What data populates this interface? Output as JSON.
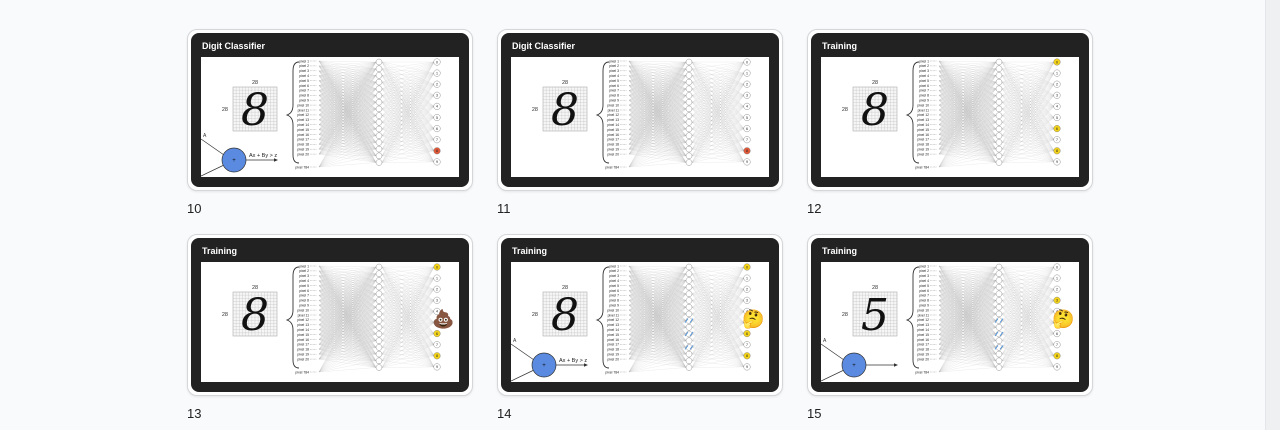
{
  "slides": [
    {
      "number": "10",
      "title": "Digit Classifier",
      "digit": "8",
      "show_perceptron": true,
      "equation": "Ax + By > z",
      "highlight": [
        8
      ],
      "highlight_color": "#e05a3a",
      "emoji": "",
      "arrows": false
    },
    {
      "number": "11",
      "title": "Digit Classifier",
      "digit": "8",
      "show_perceptron": false,
      "equation": "",
      "highlight": [
        8
      ],
      "highlight_color": "#e05a3a",
      "emoji": "",
      "arrows": false
    },
    {
      "number": "12",
      "title": "Training",
      "digit": "8",
      "show_perceptron": false,
      "equation": "",
      "highlight": [
        0,
        6,
        8
      ],
      "highlight_color": "#f2d21b",
      "emoji": "",
      "arrows": false
    },
    {
      "number": "13",
      "title": "Training",
      "digit": "8",
      "show_perceptron": false,
      "equation": "",
      "highlight": [
        0,
        6,
        8
      ],
      "highlight_color": "#f2d21b",
      "emoji": "💩",
      "arrows": false
    },
    {
      "number": "14",
      "title": "Training",
      "digit": "8",
      "show_perceptron": true,
      "equation": "Ax + By > z",
      "highlight": [
        0,
        6,
        8
      ],
      "highlight_color": "#f2d21b",
      "emoji": "🤔",
      "arrows": true
    },
    {
      "number": "15",
      "title": "Training",
      "digit": "5",
      "show_perceptron": true,
      "equation": "",
      "highlight": [
        3,
        5,
        8
      ],
      "highlight_color": "#f2d21b",
      "emoji": "🤔",
      "arrows": true
    }
  ],
  "diagram": {
    "grid_size_label": "28",
    "pixel_labels": [
      "pixel 1",
      "pixel 2",
      "pixel 3",
      "pixel 4",
      "pixel 5",
      "pixel 6",
      "pixel 7",
      "pixel 8",
      "pixel 9",
      "pixel 10",
      "pixel 11",
      "pixel 12",
      "pixel 13",
      "pixel 14",
      "pixel 15",
      "pixel 16",
      "pixel 17",
      "pixel 18",
      "pixel 19",
      "pixel 20"
    ],
    "last_pixel_label": "pixel 784",
    "output_labels": [
      "0",
      "1",
      "2",
      "3",
      "4",
      "5",
      "6",
      "7",
      "8",
      "9"
    ],
    "perceptron_input": "A",
    "perceptron_symbol": "+"
  }
}
